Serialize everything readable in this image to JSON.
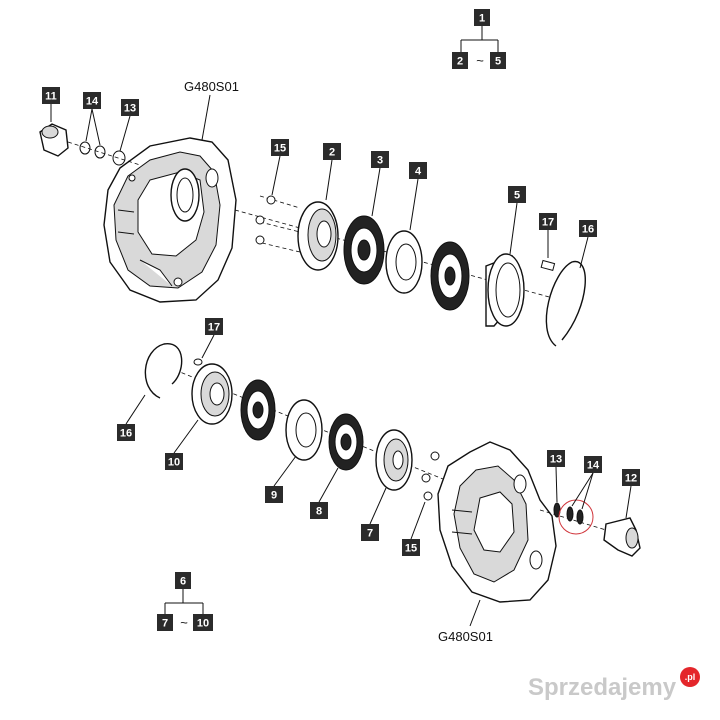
{
  "diagram": {
    "drawing_codes": {
      "top": "G480S01",
      "bottom": "G480S01"
    },
    "group_top": {
      "main": "1",
      "from": "2",
      "tilde": "~",
      "to": "5"
    },
    "group_bottom": {
      "main": "6",
      "from": "7",
      "tilde": "~",
      "to": "10"
    },
    "callouts_top": [
      "11",
      "14",
      "13",
      "15",
      "2",
      "3",
      "4",
      "5",
      "17",
      "16"
    ],
    "callouts_bottom": [
      "17",
      "16",
      "10",
      "9",
      "8",
      "7",
      "15",
      "13",
      "14",
      "12"
    ]
  },
  "watermark": {
    "text": "Sprzedajemy",
    "suffix": ".pl",
    "color": "#e4262b"
  }
}
